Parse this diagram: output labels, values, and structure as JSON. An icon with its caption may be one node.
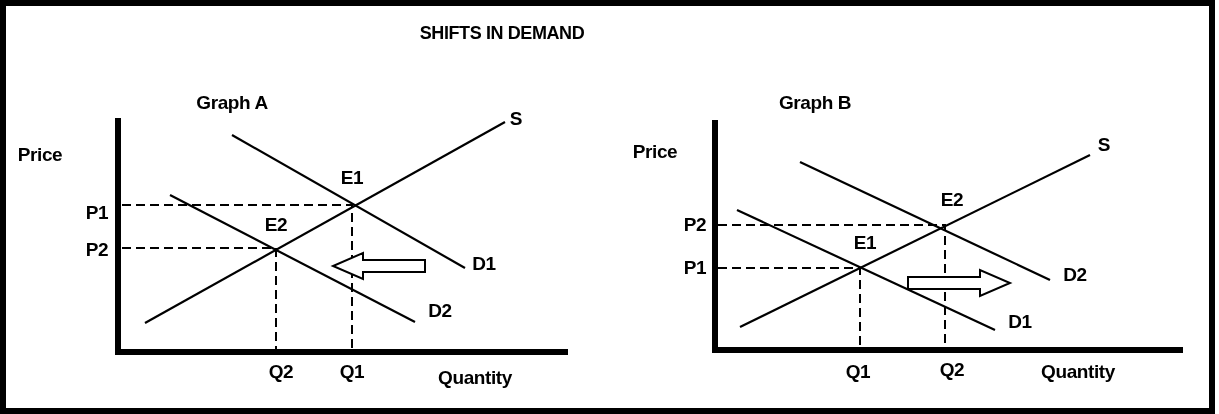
{
  "diagram": {
    "title": "SHIFTS IN DEMAND",
    "labels": [
      "Graph A",
      "S",
      "Price",
      "E1",
      "P1",
      "E2",
      "P2",
      "D1",
      "D2",
      "Q2",
      "Q1",
      "Quantity",
      "Graph B",
      "S",
      "Price",
      "E2",
      "P2",
      "E1",
      "P1",
      "D2",
      "D1",
      "Q1",
      "Q2",
      "Quantity"
    ]
  }
}
